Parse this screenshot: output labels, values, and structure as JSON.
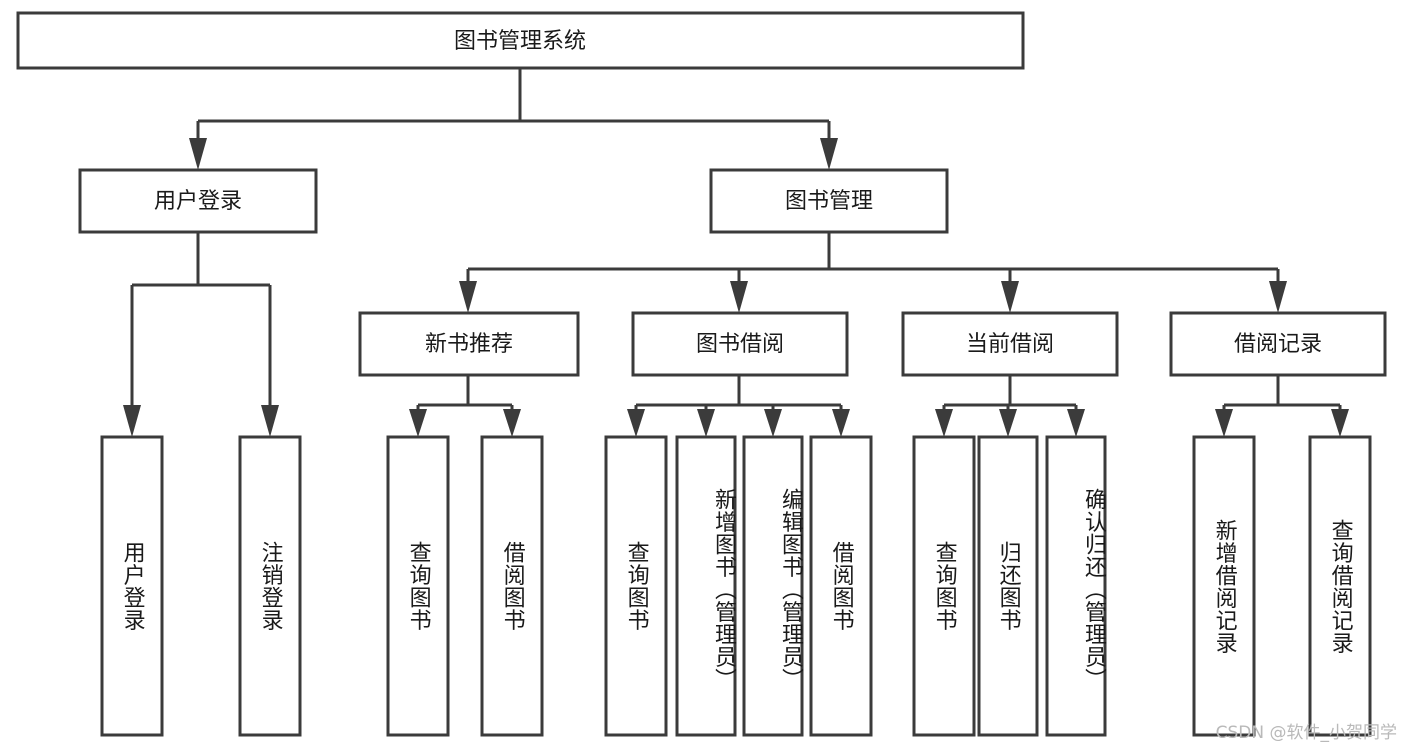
{
  "diagram": {
    "title": "图书管理系统",
    "root": {
      "label": "图书管理系统"
    },
    "level1": [
      {
        "label": "用户登录"
      },
      {
        "label": "图书管理"
      }
    ],
    "level2": [
      {
        "label": "新书推荐"
      },
      {
        "label": "图书借阅"
      },
      {
        "label": "当前借阅"
      },
      {
        "label": "借阅记录"
      }
    ],
    "leaves": {
      "user_login": [
        {
          "label": "用户登录"
        },
        {
          "label": "注销登录"
        }
      ],
      "new_book": [
        {
          "label": "查询图书"
        },
        {
          "label": "借阅图书"
        }
      ],
      "book_borrow": [
        {
          "label": "查询图书"
        },
        {
          "label": "新增图书（管理员）"
        },
        {
          "label": "编辑图书（管理员）"
        },
        {
          "label": "借阅图书"
        }
      ],
      "current_borrow": [
        {
          "label": "查询图书"
        },
        {
          "label": "归还图书"
        },
        {
          "label": "确认归还（管理员）"
        }
      ],
      "borrow_record": [
        {
          "label": "新增借阅记录"
        },
        {
          "label": "查询借阅记录"
        }
      ]
    }
  },
  "watermark": {
    "text": "CSDN @软件_小贺同学"
  },
  "colors": {
    "box_stroke": "#3b3b3b",
    "box_fill": "#ffffff",
    "text": "#1a1a1a",
    "watermark": "#b9b9b9",
    "background": "#ffffff"
  }
}
